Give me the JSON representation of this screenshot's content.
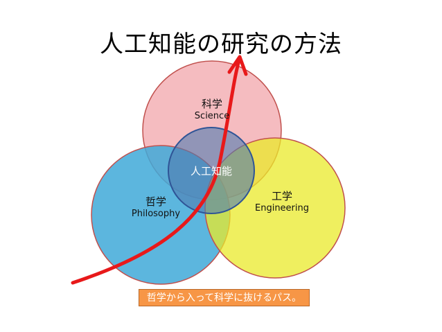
{
  "title": "人工知能の研究の方法",
  "venn": {
    "science": {
      "ja": "科学",
      "en": "Science",
      "color": "#f2a5ab"
    },
    "philosophy": {
      "ja": "哲学",
      "en": "Philosophy",
      "color": "#3fa9d8"
    },
    "engineering": {
      "ja": "工学",
      "en": "Engineering",
      "color": "#eaea2a"
    },
    "center": {
      "label": "人工知能",
      "color": "#4f7bb0"
    }
  },
  "path_arrow": {
    "color": "#e8191a"
  },
  "caption": "哲学から入って科学に抜けるパス。"
}
